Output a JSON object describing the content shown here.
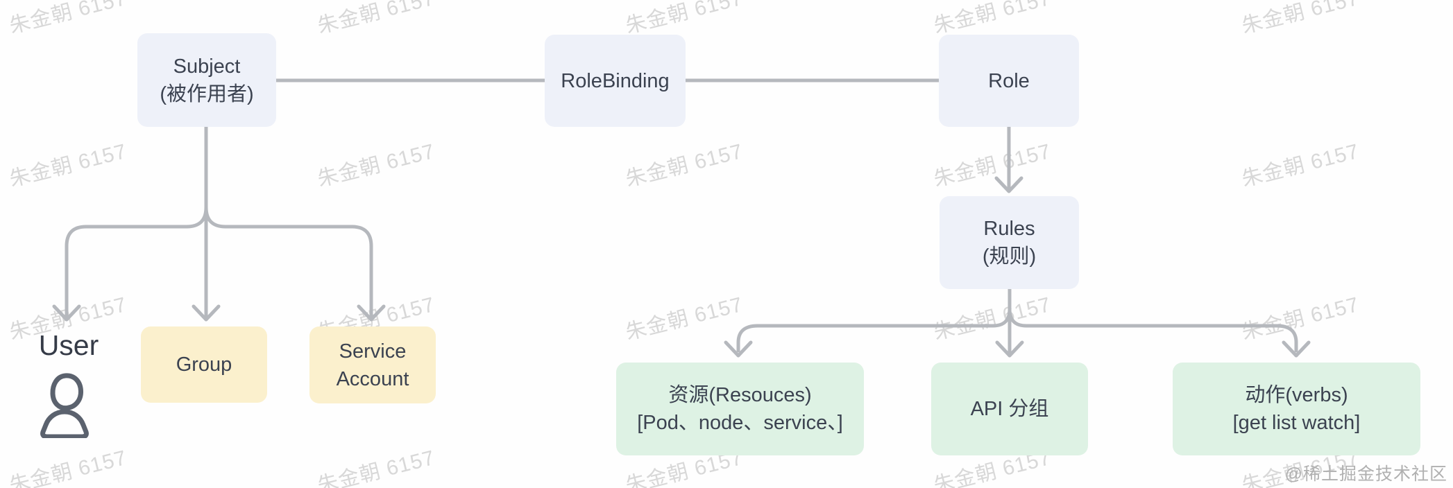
{
  "watermark": {
    "text": "朱金朝 6157"
  },
  "credit": {
    "text": "@稀土掘金技术社区"
  },
  "colors": {
    "blue": "#eef1f9",
    "yellow": "#fbf0cd",
    "green": "#def2e4",
    "line": "#b5b8bd",
    "text": "#3b4250",
    "wm": "#d8d8d8",
    "icon": "#5b626e",
    "credit": "#b0b0b0"
  },
  "nodes": {
    "subject": {
      "line1": "Subject",
      "line2": "(被作用者)"
    },
    "rolebinding": {
      "label": "RoleBinding"
    },
    "role": {
      "label": "Role"
    },
    "rules": {
      "line1": "Rules",
      "line2": "(规则)"
    },
    "user": {
      "label": "User"
    },
    "group": {
      "label": "Group"
    },
    "service_account": {
      "line1": "Service",
      "line2": "Account"
    },
    "resources": {
      "line1": "资源(Resouces)",
      "line2": "[Pod、node、service、]"
    },
    "api_group": {
      "label": "API 分组"
    },
    "verbs": {
      "line1": "动作(verbs)",
      "line2": "[get list watch]"
    }
  }
}
